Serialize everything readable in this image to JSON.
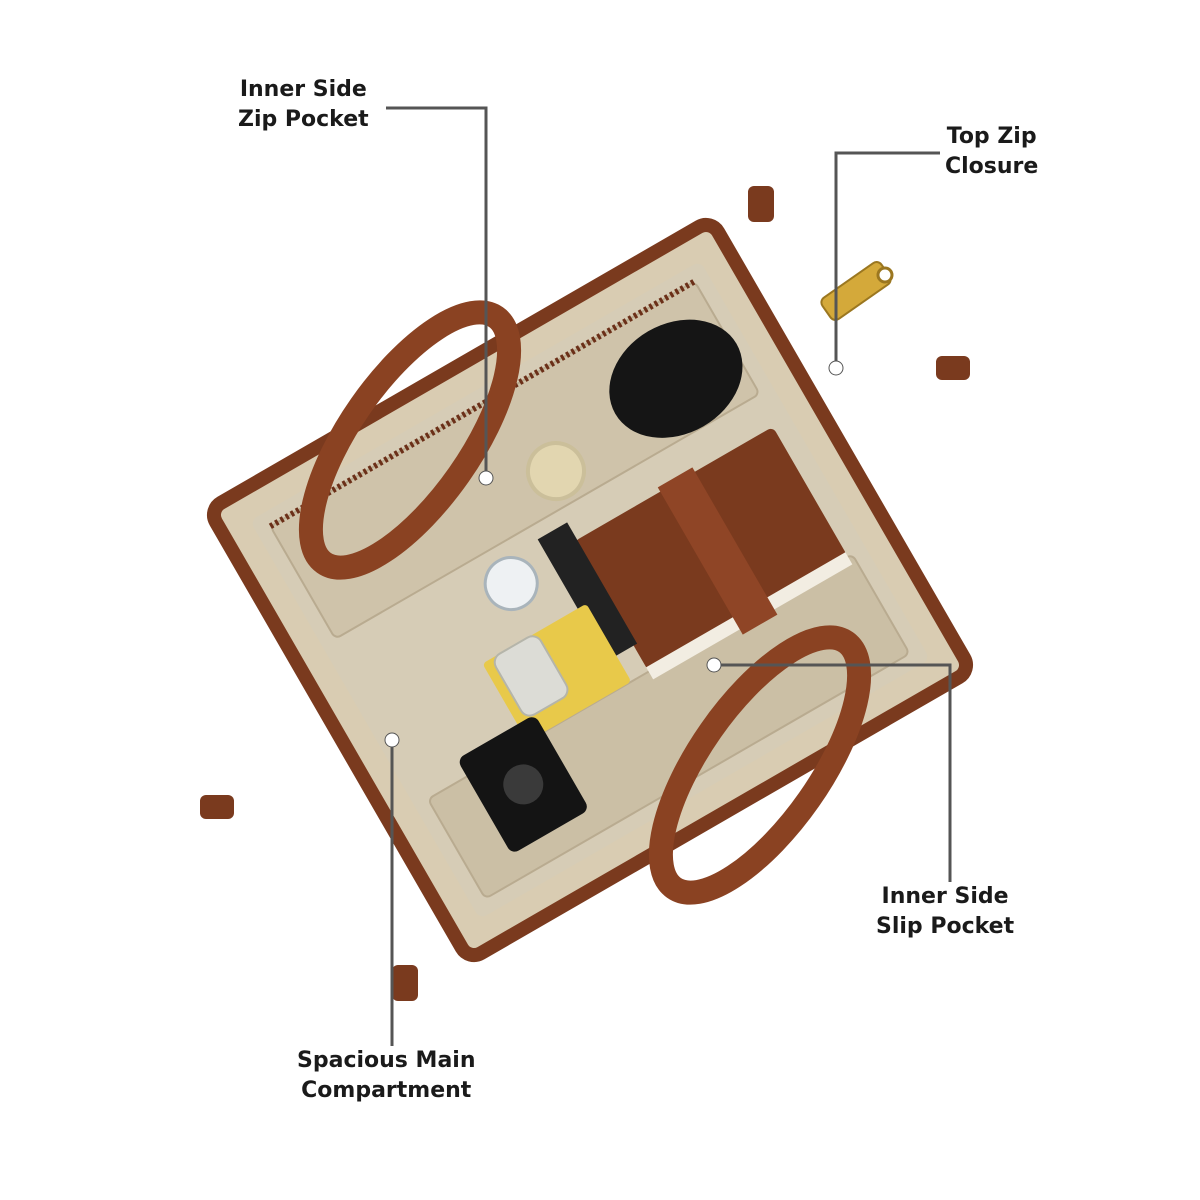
{
  "callouts": {
    "inner_side_zip_pocket": {
      "line1": "Inner Side",
      "line2": "Zip Pocket"
    },
    "top_zip_closure": {
      "line1": "Top Zip",
      "line2": "Closure"
    },
    "inner_side_slip_pocket": {
      "line1": "Inner Side",
      "line2": "Slip Pocket"
    },
    "spacious_main_compartment": {
      "line1": "Spacious Main",
      "line2": "Compartment"
    }
  },
  "colors": {
    "leather": "#7a3a1e",
    "leather_light": "#9a4e28",
    "canvas": "#d9ccb2",
    "lining": "#d6ccb6",
    "leader_line": "#555555"
  },
  "icons": [
    "zip-puller-icon"
  ]
}
